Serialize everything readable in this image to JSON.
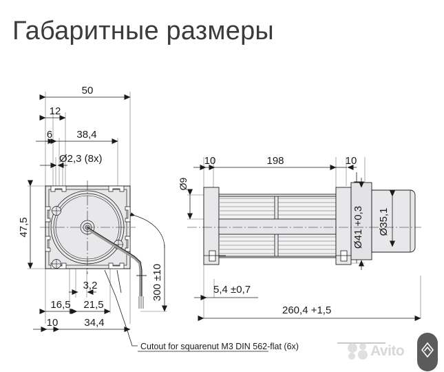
{
  "page": {
    "title": "Габаритные размеры",
    "background_color": "#ffffff",
    "line_color": "#1a1a1a",
    "fill_color": "#e8e8ea",
    "text_color": "#3b3b3b"
  },
  "drawing": {
    "type": "engineering-dimension-drawing",
    "subject": "cross-flow blower / tangential fan",
    "views": [
      {
        "id": "front-view",
        "name": "front view (motor face)"
      },
      {
        "id": "side-view",
        "name": "side view (impeller assembly)"
      }
    ]
  },
  "front_view": {
    "dimensions": {
      "overall_width": "50",
      "offset_12": "12",
      "offset_6": "6",
      "width_38_4": "38,4",
      "hole_dia": "Ø2,3 (8x)",
      "overall_height": "47,5",
      "bottom_3_2": "3,2",
      "bottom_16_5": "16,5",
      "bottom_21_5": "21,5",
      "bottom_10": "10",
      "bottom_34_4": "34,4",
      "cable_length": "300 ±10"
    },
    "note": "Cutout for squarenut M3 DIN 562-flat (6x)"
  },
  "side_view": {
    "dimensions": {
      "left_10": "10",
      "center_198": "198",
      "right_10": "10",
      "shaft_dia": "Ø9",
      "body_dia": "Ø41 +0,3",
      "end_dia": "Ø35,1",
      "foot_offset": "5,4 ±0,7",
      "overall_length": "260,4 +1,5"
    }
  },
  "watermark": {
    "brand": "Avito",
    "scroll_top_icon": "chevron-up-icon"
  }
}
